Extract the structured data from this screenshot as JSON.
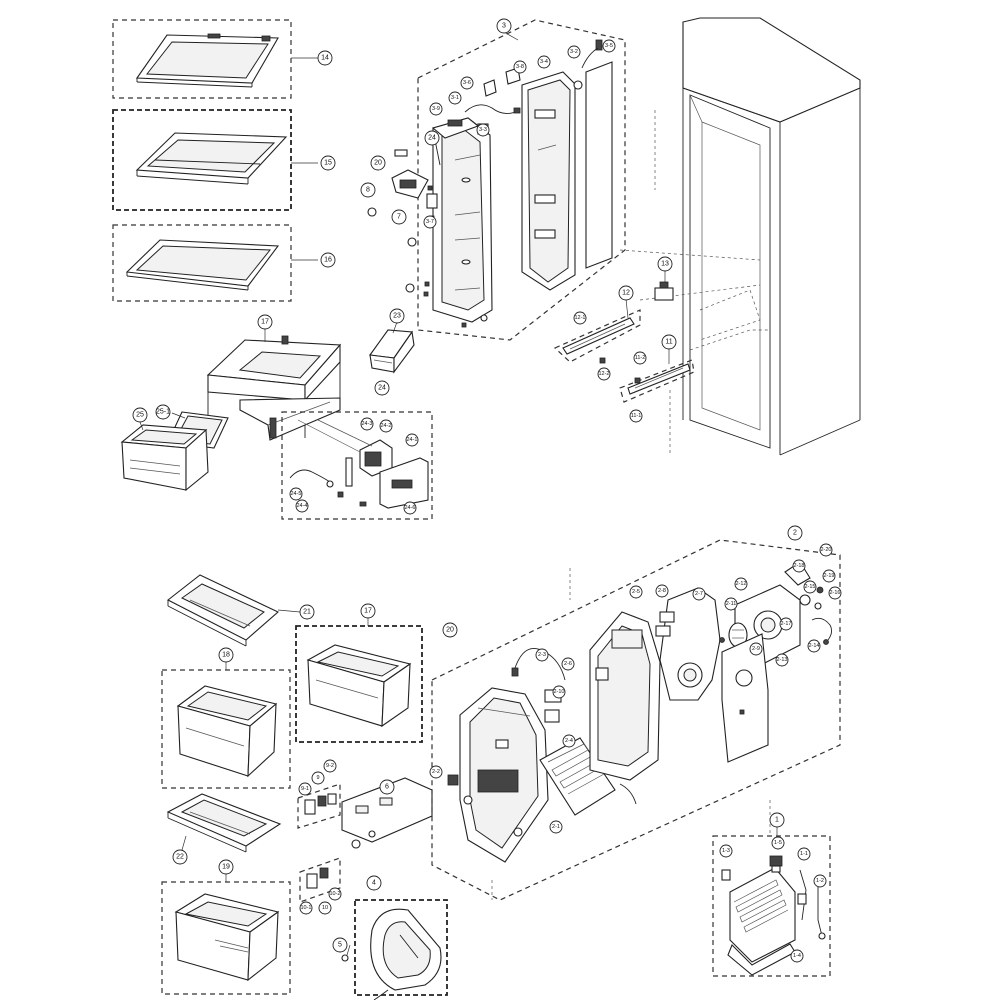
{
  "callouts": [
    {
      "id": "c14",
      "label": "14"
    },
    {
      "id": "c15",
      "label": "15"
    },
    {
      "id": "c16",
      "label": "16"
    },
    {
      "id": "c17a",
      "label": "17"
    },
    {
      "id": "c25",
      "label": "25"
    },
    {
      "id": "c25-1",
      "label": "25-1"
    },
    {
      "id": "c24a",
      "label": "24"
    },
    {
      "id": "c24-3",
      "label": "24-3"
    },
    {
      "id": "c24-2",
      "label": "24-2"
    },
    {
      "id": "c24-1",
      "label": "24-1"
    },
    {
      "id": "c24-5",
      "label": "24-5"
    },
    {
      "id": "c24-4",
      "label": "24-4"
    },
    {
      "id": "c24-6",
      "label": "24-6"
    },
    {
      "id": "c23",
      "label": "23"
    },
    {
      "id": "c3",
      "label": "3"
    },
    {
      "id": "c3-6",
      "label": "3-6"
    },
    {
      "id": "c3-8",
      "label": "3-8"
    },
    {
      "id": "c3-4",
      "label": "3-4"
    },
    {
      "id": "c3-2",
      "label": "3-2"
    },
    {
      "id": "c3-5",
      "label": "3-5"
    },
    {
      "id": "c3-9",
      "label": "3-9"
    },
    {
      "id": "c3-1",
      "label": "3-1"
    },
    {
      "id": "c3-3",
      "label": "3-3"
    },
    {
      "id": "c24b",
      "label": "24"
    },
    {
      "id": "c20a",
      "label": "20"
    },
    {
      "id": "c8",
      "label": "8"
    },
    {
      "id": "c7",
      "label": "7"
    },
    {
      "id": "c3-7",
      "label": "3-7"
    },
    {
      "id": "c13",
      "label": "13"
    },
    {
      "id": "c12",
      "label": "12"
    },
    {
      "id": "c12-1",
      "label": "12-1"
    },
    {
      "id": "c11",
      "label": "11"
    },
    {
      "id": "c11-2",
      "label": "11-2"
    },
    {
      "id": "c12-2",
      "label": "12-2"
    },
    {
      "id": "c11-1",
      "label": "11-1"
    },
    {
      "id": "c21",
      "label": "21"
    },
    {
      "id": "c18",
      "label": "18"
    },
    {
      "id": "c17b",
      "label": "17"
    },
    {
      "id": "c22",
      "label": "22"
    },
    {
      "id": "c19",
      "label": "19"
    },
    {
      "id": "c20b",
      "label": "20"
    },
    {
      "id": "c2",
      "label": "2"
    },
    {
      "id": "c2-3",
      "label": "2-3"
    },
    {
      "id": "c2-6",
      "label": "2-6"
    },
    {
      "id": "c2-10",
      "label": "2-10"
    },
    {
      "id": "c2-5",
      "label": "2-5"
    },
    {
      "id": "c2-8",
      "label": "2-8"
    },
    {
      "id": "c2-7",
      "label": "2-7"
    },
    {
      "id": "c2-11",
      "label": "2-11"
    },
    {
      "id": "c2-12",
      "label": "2-12"
    },
    {
      "id": "c2-9",
      "label": "2-9"
    },
    {
      "id": "c2-13",
      "label": "2-13"
    },
    {
      "id": "c2-18",
      "label": "2-18"
    },
    {
      "id": "c2-20",
      "label": "2-20"
    },
    {
      "id": "c2-19",
      "label": "2-19"
    },
    {
      "id": "c2-15",
      "label": "2-15"
    },
    {
      "id": "c2-16",
      "label": "2-16"
    },
    {
      "id": "c2-17",
      "label": "2-17"
    },
    {
      "id": "c2-14",
      "label": "2-14"
    },
    {
      "id": "c2-4",
      "label": "2-4"
    },
    {
      "id": "c2-2",
      "label": "2-2"
    },
    {
      "id": "c2-1",
      "label": "2-1"
    },
    {
      "id": "c9-2",
      "label": "9-2"
    },
    {
      "id": "c9",
      "label": "9"
    },
    {
      "id": "c9-1",
      "label": "9-1"
    },
    {
      "id": "c6",
      "label": "6"
    },
    {
      "id": "c10-1",
      "label": "10-1"
    },
    {
      "id": "c10",
      "label": "10"
    },
    {
      "id": "c10-2",
      "label": "10-2"
    },
    {
      "id": "c4",
      "label": "4"
    },
    {
      "id": "c5",
      "label": "5"
    },
    {
      "id": "c1",
      "label": "1"
    },
    {
      "id": "c1-3",
      "label": "1-3"
    },
    {
      "id": "c1-5",
      "label": "1-5"
    },
    {
      "id": "c1-1",
      "label": "1-1"
    },
    {
      "id": "c1-2",
      "label": "1-2"
    },
    {
      "id": "c1-4",
      "label": "1-4"
    }
  ]
}
